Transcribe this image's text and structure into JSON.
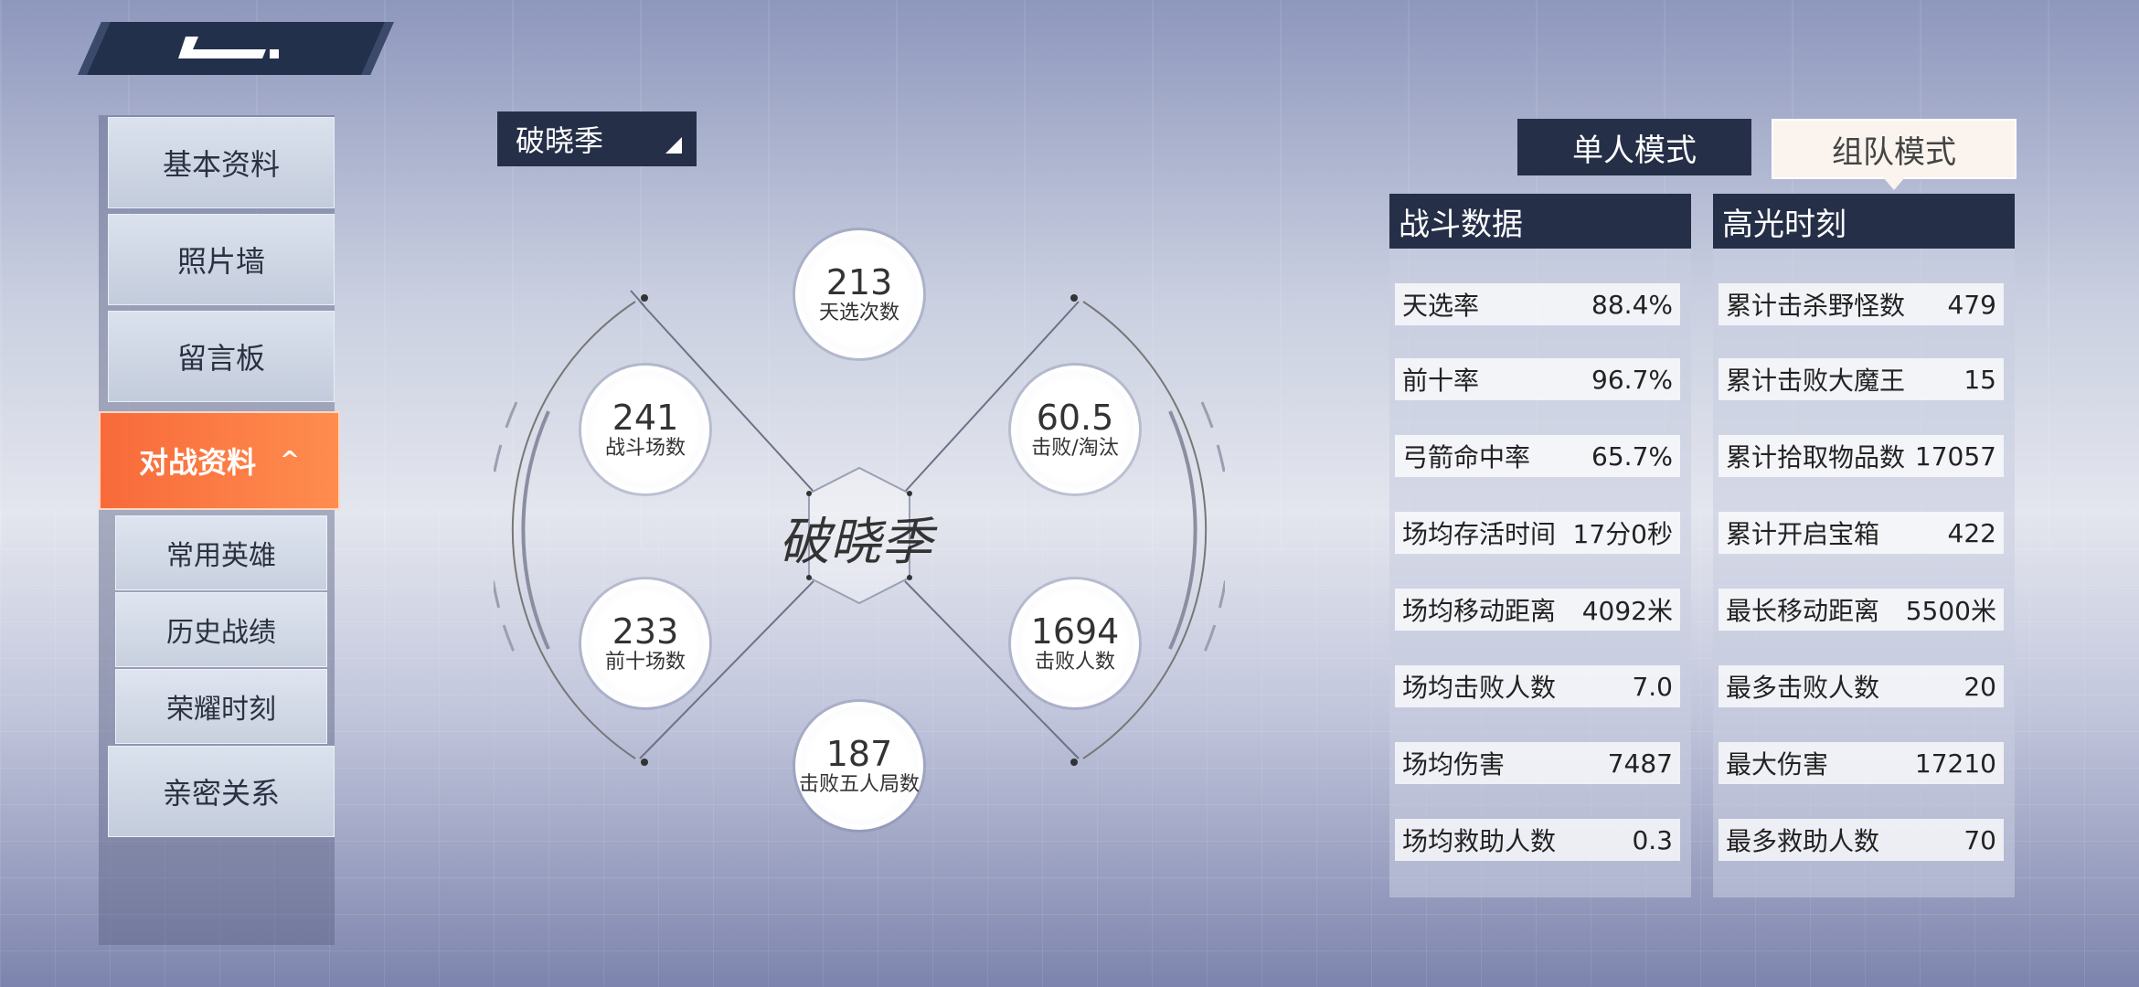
{
  "sidebar": {
    "items": [
      {
        "label": "基本资料"
      },
      {
        "label": "照片墙"
      },
      {
        "label": "留言板"
      },
      {
        "label": "对战资料",
        "caret": "^"
      },
      {
        "label": "常用英雄"
      },
      {
        "label": "历史战绩"
      },
      {
        "label": "荣耀时刻"
      },
      {
        "label": "亲密关系"
      }
    ]
  },
  "season": {
    "selected": "破晓季",
    "center_label": "破晓季"
  },
  "stats": [
    {
      "value": "213",
      "label": "天选次数"
    },
    {
      "value": "241",
      "label": "战斗场数"
    },
    {
      "value": "60.5",
      "label": "击败/淘汰"
    },
    {
      "value": "233",
      "label": "前十场数"
    },
    {
      "value": "1694",
      "label": "击败人数"
    },
    {
      "value": "187",
      "label": "击败五人局数"
    }
  ],
  "modes": {
    "single": "单人模式",
    "team": "组队模式",
    "selected": "组队模式"
  },
  "battle_data": {
    "title": "战斗数据",
    "rows": [
      {
        "label": "天选率",
        "value": "88.4%"
      },
      {
        "label": "前十率",
        "value": "96.7%"
      },
      {
        "label": "弓箭命中率",
        "value": "65.7%"
      },
      {
        "label": "场均存活时间",
        "value": "17分0秒"
      },
      {
        "label": "场均移动距离",
        "value": "4092米"
      },
      {
        "label": "场均击败人数",
        "value": "7.0"
      },
      {
        "label": "场均伤害",
        "value": "7487"
      },
      {
        "label": "场均救助人数",
        "value": "0.3"
      }
    ]
  },
  "highlights": {
    "title": "高光时刻",
    "rows": [
      {
        "label": "累计击杀野怪数",
        "value": "479"
      },
      {
        "label": "累计击败大魔王",
        "value": "15"
      },
      {
        "label": "累计拾取物品数",
        "value": "17057"
      },
      {
        "label": "累计开启宝箱",
        "value": "422"
      },
      {
        "label": "最长移动距离",
        "value": "5500米"
      },
      {
        "label": "最多击败人数",
        "value": "20"
      },
      {
        "label": "最大伤害",
        "value": "17210"
      },
      {
        "label": "最多救助人数",
        "value": "70"
      }
    ]
  },
  "colors": {
    "accent_orange": "#f86a3a",
    "panel_dark": "#252f47"
  }
}
